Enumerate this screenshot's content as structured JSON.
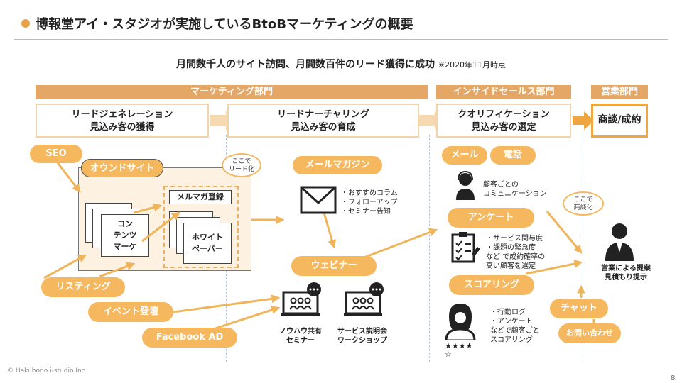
{
  "header": {
    "title": "博報堂アイ・スタジオが実施しているBtoBマーケティングの概要",
    "subtitle": "月間数千人のサイト訪問、月間数百件のリード獲得に成功",
    "subtitle_note": "※2020年11月時点"
  },
  "departments": {
    "marketing": "マーケティング部門",
    "inside_sales": "インサイドセールス部門",
    "sales": "営業部門"
  },
  "stages": {
    "lead_generation": {
      "title": "リードジェネレーション",
      "desc": "見込み客の獲得"
    },
    "lead_nurturing": {
      "title": "リードナーチャリング",
      "desc": "見込み客の育成"
    },
    "qualification": {
      "title": "クオリフィケーション",
      "desc": "見込み客の選定"
    },
    "closing": "商談/成約"
  },
  "acquisition": {
    "seo": "SEO",
    "owned_site": "オウンドサイト",
    "bubble_lead": [
      "ここで",
      "リード化"
    ],
    "content_marketing": [
      "コン",
      "テンツ",
      "マーケ"
    ],
    "newsletter_signup": "メルマガ登録",
    "whitepaper": [
      "ホワイト",
      "ペーパー"
    ],
    "listing": "リスティング",
    "event": "イベント登壇",
    "facebook_ad": "Facebook AD"
  },
  "nurturing": {
    "newsletter": "メールマガジン",
    "newsletter_items": [
      "・おすすめコラム",
      "・フォローアップ",
      "・セミナー告知"
    ],
    "webinar": "ウェビナー",
    "seminar": [
      "ノウハウ共有",
      "セミナー"
    ],
    "workshop": [
      "サービス説明会",
      "ワークショップ"
    ]
  },
  "qualifying": {
    "mail": "メール",
    "phone": "電話",
    "phone_desc": [
      "顧客ごとの",
      "コミュニケーション"
    ],
    "survey": "アンケート",
    "survey_desc": [
      "・サービス関与度",
      "・課題の緊急度",
      "など で成約確率の",
      "高い顧客を選定"
    ],
    "scoring": "スコアリング",
    "scoring_desc": [
      "・行動ログ",
      "・アンケート",
      "などで顧客ごと",
      "スコアリング"
    ],
    "stars": [
      "★★★★",
      "☆"
    ]
  },
  "sales": {
    "bubble_deal": [
      "ここで",
      "商談化"
    ],
    "proposal": [
      "営業による提案",
      "見積もり提示"
    ],
    "chat": "チャット",
    "contact": "お問い合わせ"
  },
  "footer": {
    "copyright": "© Hakuhodo i-studio Inc.",
    "page_number": "8"
  },
  "colors": {
    "accent": "#f5b85f",
    "dept": "#e5a766",
    "arrow": "#f0b45a",
    "bubble_fill": "#fdf1e1"
  }
}
